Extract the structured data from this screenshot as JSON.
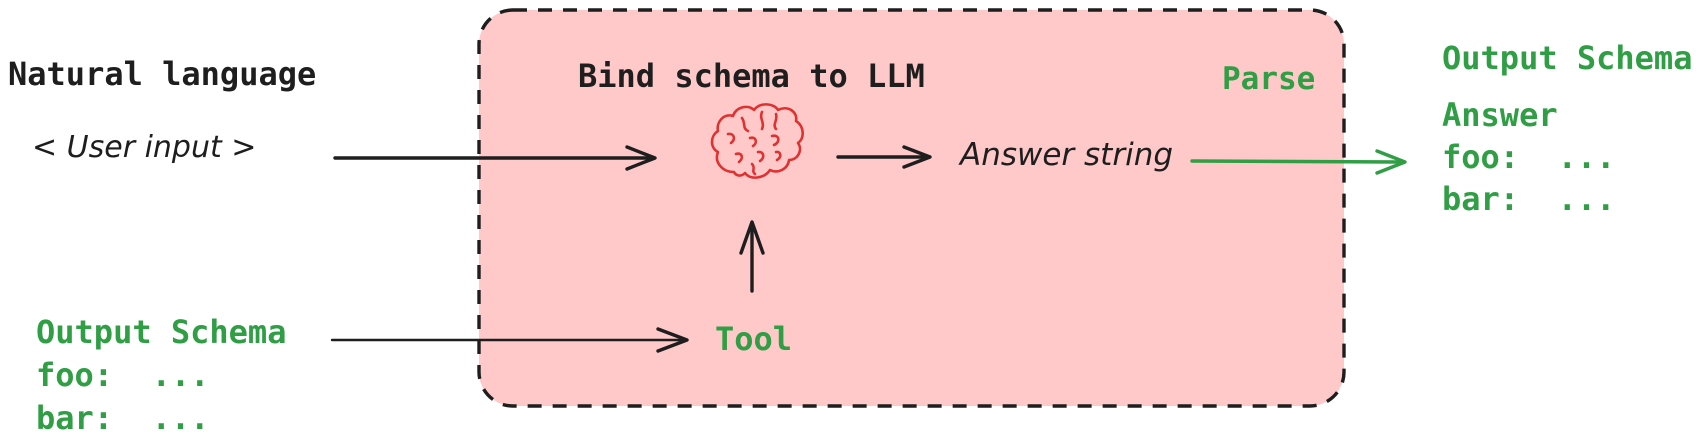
{
  "diagram": {
    "natural_language_label": "Natural language",
    "user_input_label": "< User input >",
    "llm_box": {
      "title": "Bind schema to LLM",
      "parse_label": "Parse",
      "answer_string_label": "Answer string",
      "tool_label": "Tool",
      "brain_icon": "brain-icon"
    },
    "input_schema": {
      "title": "Output Schema",
      "lines": [
        "foo:  ...",
        "bar:  ..."
      ]
    },
    "output_schema": {
      "title": "Output Schema",
      "subtitle": "Answer",
      "lines": [
        "foo:  ...",
        "bar:  ..."
      ]
    }
  },
  "colors": {
    "ink": "#1e1e1e",
    "green": "#2f9e44",
    "red": "#e03131",
    "box_fill": "#ffc9c9",
    "background": "#ffffff"
  }
}
